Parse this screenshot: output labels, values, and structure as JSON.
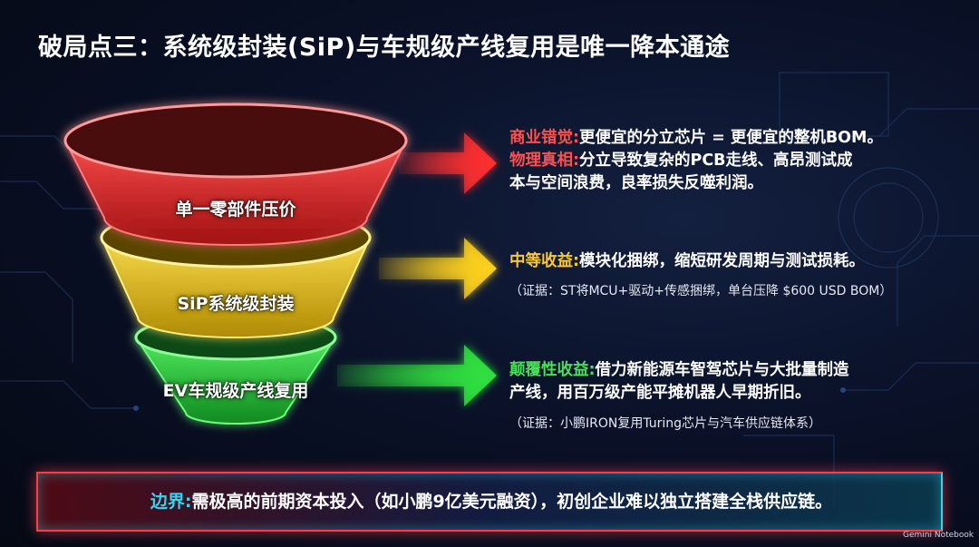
{
  "title": "破局点三：系统级封装(SiP)与车规级产线复用是唯一降本通途",
  "funnel": {
    "tiers": [
      {
        "label": "单一零部件压价",
        "color": "#ff3030"
      },
      {
        "label": "SiP系统级封装",
        "color": "#ffd21e"
      },
      {
        "label": "EV车规级产线复用",
        "color": "#30e040"
      }
    ]
  },
  "insights": {
    "red": {
      "kw1": "商业错觉:",
      "text1": "更便宜的分立芯片 = 更便宜的整机BOM。",
      "kw2": "物理真相:",
      "text2a": "分立导致复杂的PCB走线、高昂测试成",
      "text2b": "本与空间浪费，良率损失反噬利润。"
    },
    "yellow": {
      "kw": "中等收益:",
      "text": "模块化捆绑，缩短研发周期与测试损耗。",
      "evidence": "（证据：ST将MCU+驱动+传感捆绑，单台压降 $600 USD BOM）"
    },
    "green": {
      "kw": "颠覆性收益:",
      "text_a": "借力新能源车智驾芯片与大批量制造",
      "text_b": "产线，用百万级产能平摊机器人早期折旧。",
      "evidence": "（证据：小鹏IRON复用Turing芯片与汽车供应链体系）"
    }
  },
  "boundary": {
    "kw": "边界:",
    "text": "需极高的前期资本投入（如小鹏9亿美元融资），初创企业难以独立搭建全栈供应链。"
  },
  "watermark": "Gemini Notebook",
  "colors": {
    "red": "#ff3030",
    "yellow": "#ffd21e",
    "green": "#30e040",
    "cyan": "#33d6f0"
  }
}
